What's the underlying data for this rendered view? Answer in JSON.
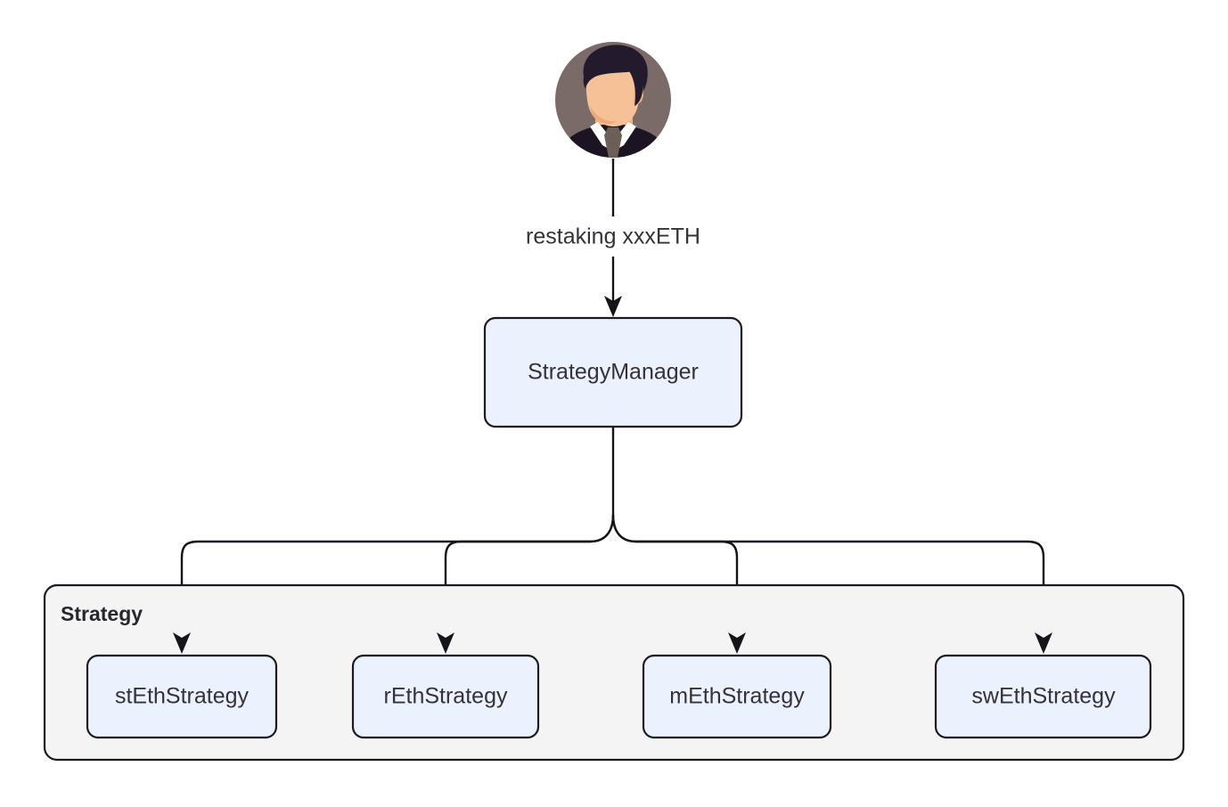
{
  "diagram": {
    "type": "flowchart",
    "direction": "top-down",
    "background_color": "#FFFFFF",
    "actor": {
      "icon_name": "businessman-avatar",
      "circle_bg_color": "#7A6A68",
      "hair_color": "#231A2E",
      "skin_color": "#F6C197",
      "suit_color": "#1C1422",
      "collar_color": "#FFFFFF",
      "tie_color": "#6B5F57"
    },
    "edge_label": "restaking xxxETH",
    "manager_node": {
      "label": "StrategyManager",
      "fill_color": "#ECF2FD",
      "stroke_color": "#1A1A1F"
    },
    "cluster": {
      "title": "Strategy",
      "fill_color": "#F4F4F4",
      "stroke_color": "#1A1A1F"
    },
    "strategy_nodes": [
      {
        "label": "stEthStrategy"
      },
      {
        "label": "rEthStrategy"
      },
      {
        "label": "mEthStrategy"
      },
      {
        "label": "swEthStrategy"
      }
    ]
  }
}
